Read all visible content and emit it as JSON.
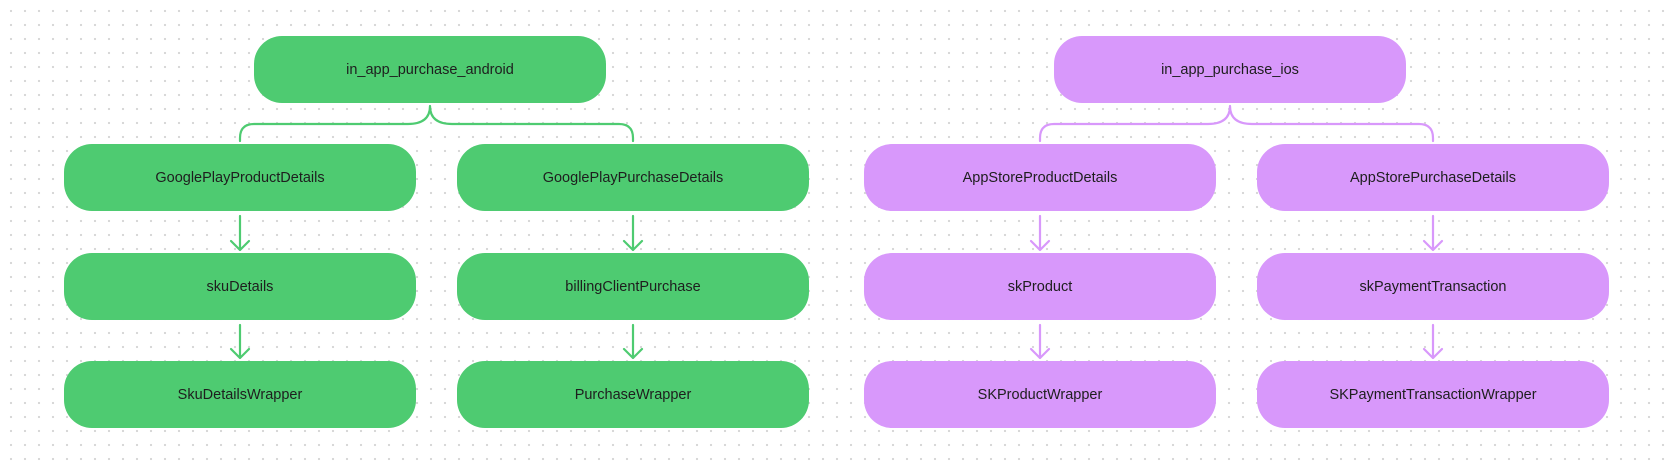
{
  "colors": {
    "android_fill": "#4ecb71",
    "android_stroke": "#4ecb71",
    "ios_fill": "#d898fb",
    "ios_stroke": "#d898fb",
    "text": "#1e1e1e"
  },
  "android": {
    "root": "in_app_purchase_android",
    "left": {
      "product_details": "GooglePlayProductDetails",
      "property": "skuDetails",
      "wrapper": "SkuDetailsWrapper"
    },
    "right": {
      "purchase_details": "GooglePlayPurchaseDetails",
      "property": "billingClientPurchase",
      "wrapper": "PurchaseWrapper"
    }
  },
  "ios": {
    "root": "in_app_purchase_ios",
    "left": {
      "product_details": "AppStoreProductDetails",
      "property": "skProduct",
      "wrapper": "SKProductWrapper"
    },
    "right": {
      "purchase_details": "AppStorePurchaseDetails",
      "property": "skPaymentTransaction",
      "wrapper": "SKPaymentTransactionWrapper"
    }
  }
}
